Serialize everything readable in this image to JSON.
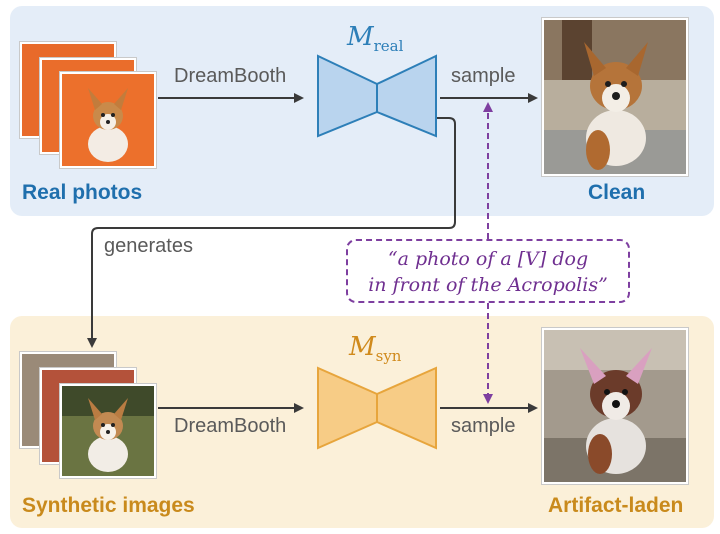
{
  "top": {
    "input_label": "Real photos",
    "train_label": "DreamBooth",
    "model_base": "M",
    "model_sub": "real",
    "sample_label": "sample",
    "output_label": "Clean"
  },
  "middle": {
    "generates_label": "generates",
    "prompt_line1": "“a photo of a [V] dog",
    "prompt_line2": "in front of the Acropolis”"
  },
  "bottom": {
    "input_label": "Synthetic images",
    "train_label": "DreamBooth",
    "model_base": "M",
    "model_sub": "syn",
    "sample_label": "sample",
    "output_label": "Artifact-laden"
  },
  "colors": {
    "top_panel": "#e4edf8",
    "bottom_panel": "#fbf0d9",
    "real_model": "#2d7fb8",
    "syn_model": "#f0b24d",
    "prompt": "#7e3fa0"
  },
  "icons": {
    "real_model_shape": "bowtie-icon",
    "syn_model_shape": "bowtie-icon"
  }
}
